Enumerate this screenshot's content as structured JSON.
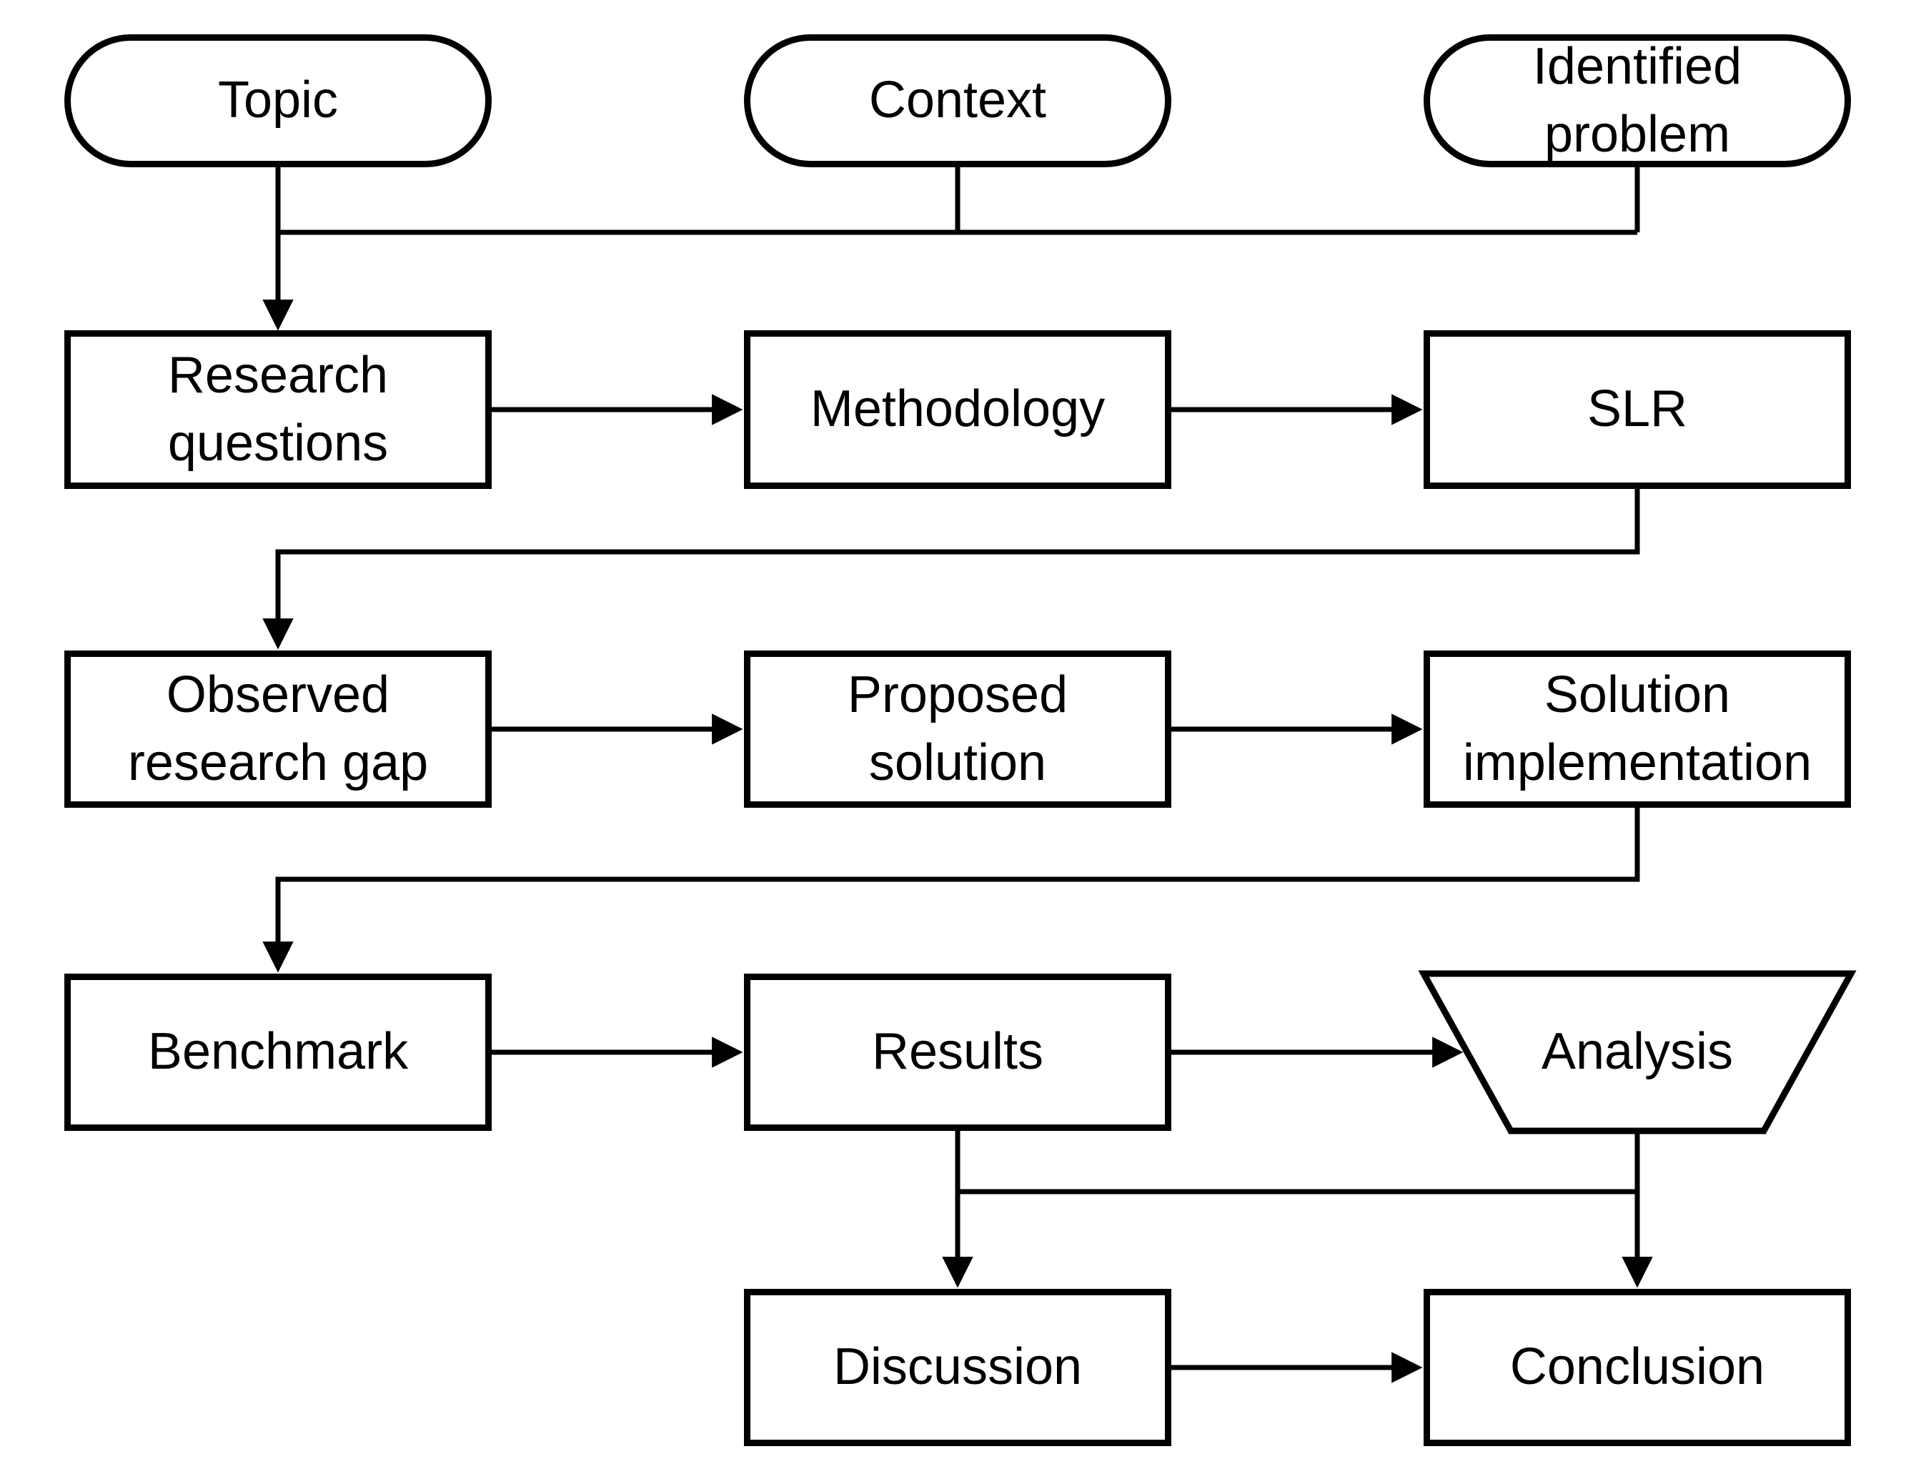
{
  "page": {
    "background": "#ffffff"
  },
  "diagram": {
    "type": "flowchart",
    "stroke_color": "#000000",
    "text_color": "#000000",
    "node_fill": "#ffffff",
    "nodes": {
      "topic": "Topic",
      "context": "Context",
      "identified_problem": "Identified problem",
      "research_questions": "Research questions",
      "methodology": "Methodology",
      "slr": "SLR",
      "observed_research_gap": "Observed research gap",
      "proposed_solution": "Proposed solution",
      "solution_implementation": "Solution implementation",
      "benchmark": "Benchmark",
      "results": "Results",
      "analysis": "Analysis",
      "discussion": "Discussion",
      "conclusion": "Conclusion"
    },
    "node_shapes": {
      "topic": "stadium",
      "context": "stadium",
      "identified_problem": "stadium",
      "analysis": "inverted-trapezoid",
      "default": "rectangle"
    },
    "edges": [
      {
        "from": "topic",
        "to": "research_questions"
      },
      {
        "from": "context",
        "to": "research_questions"
      },
      {
        "from": "identified_problem",
        "to": "research_questions"
      },
      {
        "from": "research_questions",
        "to": "methodology"
      },
      {
        "from": "methodology",
        "to": "slr"
      },
      {
        "from": "slr",
        "to": "observed_research_gap"
      },
      {
        "from": "observed_research_gap",
        "to": "proposed_solution"
      },
      {
        "from": "proposed_solution",
        "to": "solution_implementation"
      },
      {
        "from": "solution_implementation",
        "to": "benchmark"
      },
      {
        "from": "benchmark",
        "to": "results"
      },
      {
        "from": "results",
        "to": "analysis"
      },
      {
        "from": "results",
        "to": "discussion"
      },
      {
        "from": "analysis",
        "to": "conclusion"
      },
      {
        "from": "discussion",
        "to": "conclusion"
      }
    ]
  }
}
